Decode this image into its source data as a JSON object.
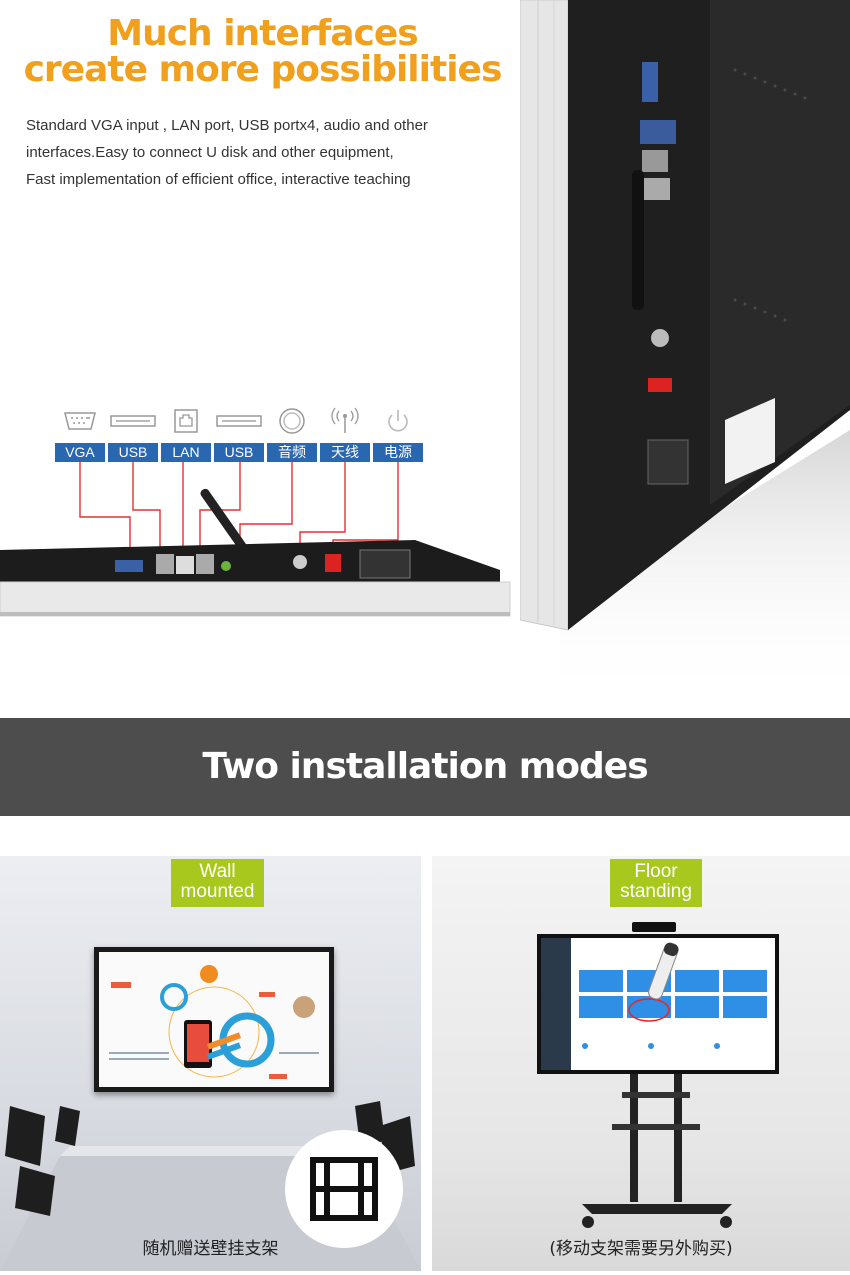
{
  "headline": {
    "line1": "Much interfaces",
    "line2": "create more possibilities",
    "color": "#f0a01c"
  },
  "description": {
    "line1": "Standard VGA input , LAN port, USB portx4, audio and other",
    "line2": "interfaces.Easy to connect U disk and other equipment,",
    "line3": "Fast implementation of efficient office, interactive teaching"
  },
  "ports": [
    {
      "label": "VGA",
      "icon": "vga-port-icon"
    },
    {
      "label": "USB",
      "icon": "usb-port-icon"
    },
    {
      "label": "LAN",
      "icon": "lan-port-icon"
    },
    {
      "label": "USB",
      "icon": "usb-port-icon"
    },
    {
      "label": "音频",
      "icon": "audio-port-icon"
    },
    {
      "label": "天线",
      "icon": "antenna-icon"
    },
    {
      "label": "电源",
      "icon": "power-icon"
    }
  ],
  "banner": {
    "title": "Two installation modes",
    "background": "#4d4d4d"
  },
  "modes": {
    "wall": {
      "tag_line1": "Wall",
      "tag_line2": "mounted",
      "caption": "随机赠送壁挂支架"
    },
    "floor": {
      "tag_line1": "Floor",
      "tag_line2": "standing",
      "caption": "(移动支架需要另外购买)"
    },
    "tag_color": "#a8c81e"
  }
}
